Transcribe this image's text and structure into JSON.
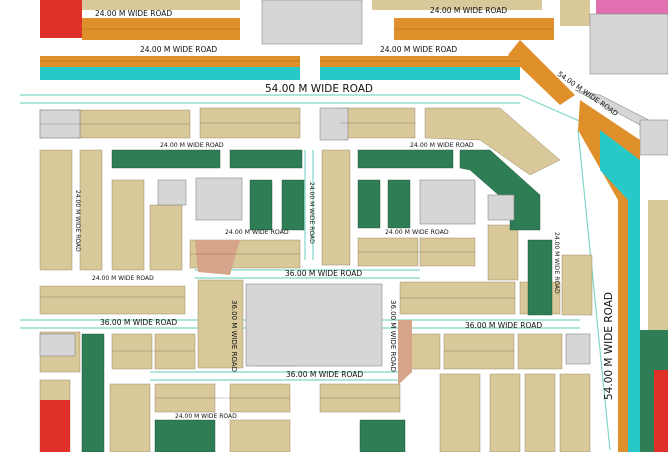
{
  "roads": {
    "r24_top": "24.00 M  WIDE ROAD",
    "r24_top2": "24.00 M  WIDE ROAD",
    "r24_top3": "24.00 M  WIDE ROAD",
    "r24_top4": "24.00 M  WIDE ROAD",
    "r54_main": "54.00 M  WIDE ROAD",
    "r54_diag": "54.00 M WIDE ROAD",
    "r54_right": "54.00 M  WIDE ROAD",
    "r24_inner_a": "24.00 M  WIDE ROAD",
    "r24_inner_b": "24.00 M  WIDE ROAD",
    "r24_inner_c": "24.00 M  WIDE ROAD",
    "r24_inner_d": "24.00 M WIDE ROAD",
    "r24_vert_a": "24.00 M WIDE ROAD",
    "r24_vert_b": "24.00 M WIDE ROAD",
    "r24_vert_c": "24.00 M WIDE ROAD",
    "r36_center": "36.00 M  WIDE ROAD",
    "r36_left": "36.00 M  WIDE ROAD",
    "r36_right": "36.00 M  WIDE ROAD",
    "r36_bottom": "36.00 M  WIDE ROAD",
    "r36_vert_left": "36.00 M WIDE ROAD",
    "r36_vert_right": "36.00 M WIDE ROAD",
    "r24_bottom_a": "24.00 M WIDE ROAD",
    "r24_bottom_b": "24.00 M WIDE ROAD"
  },
  "colors": {
    "background": "#ffffff",
    "road_edge": "#7fd6c8",
    "residential": "#d9c89a",
    "residential_dark": "#2e7d55",
    "commercial": "#e0902a",
    "mixed": "#27c8c8",
    "public": "#d6d6d6",
    "red_zone": "#e0302a",
    "pink_zone": "#e070b0",
    "plaza": "#d6a488"
  }
}
